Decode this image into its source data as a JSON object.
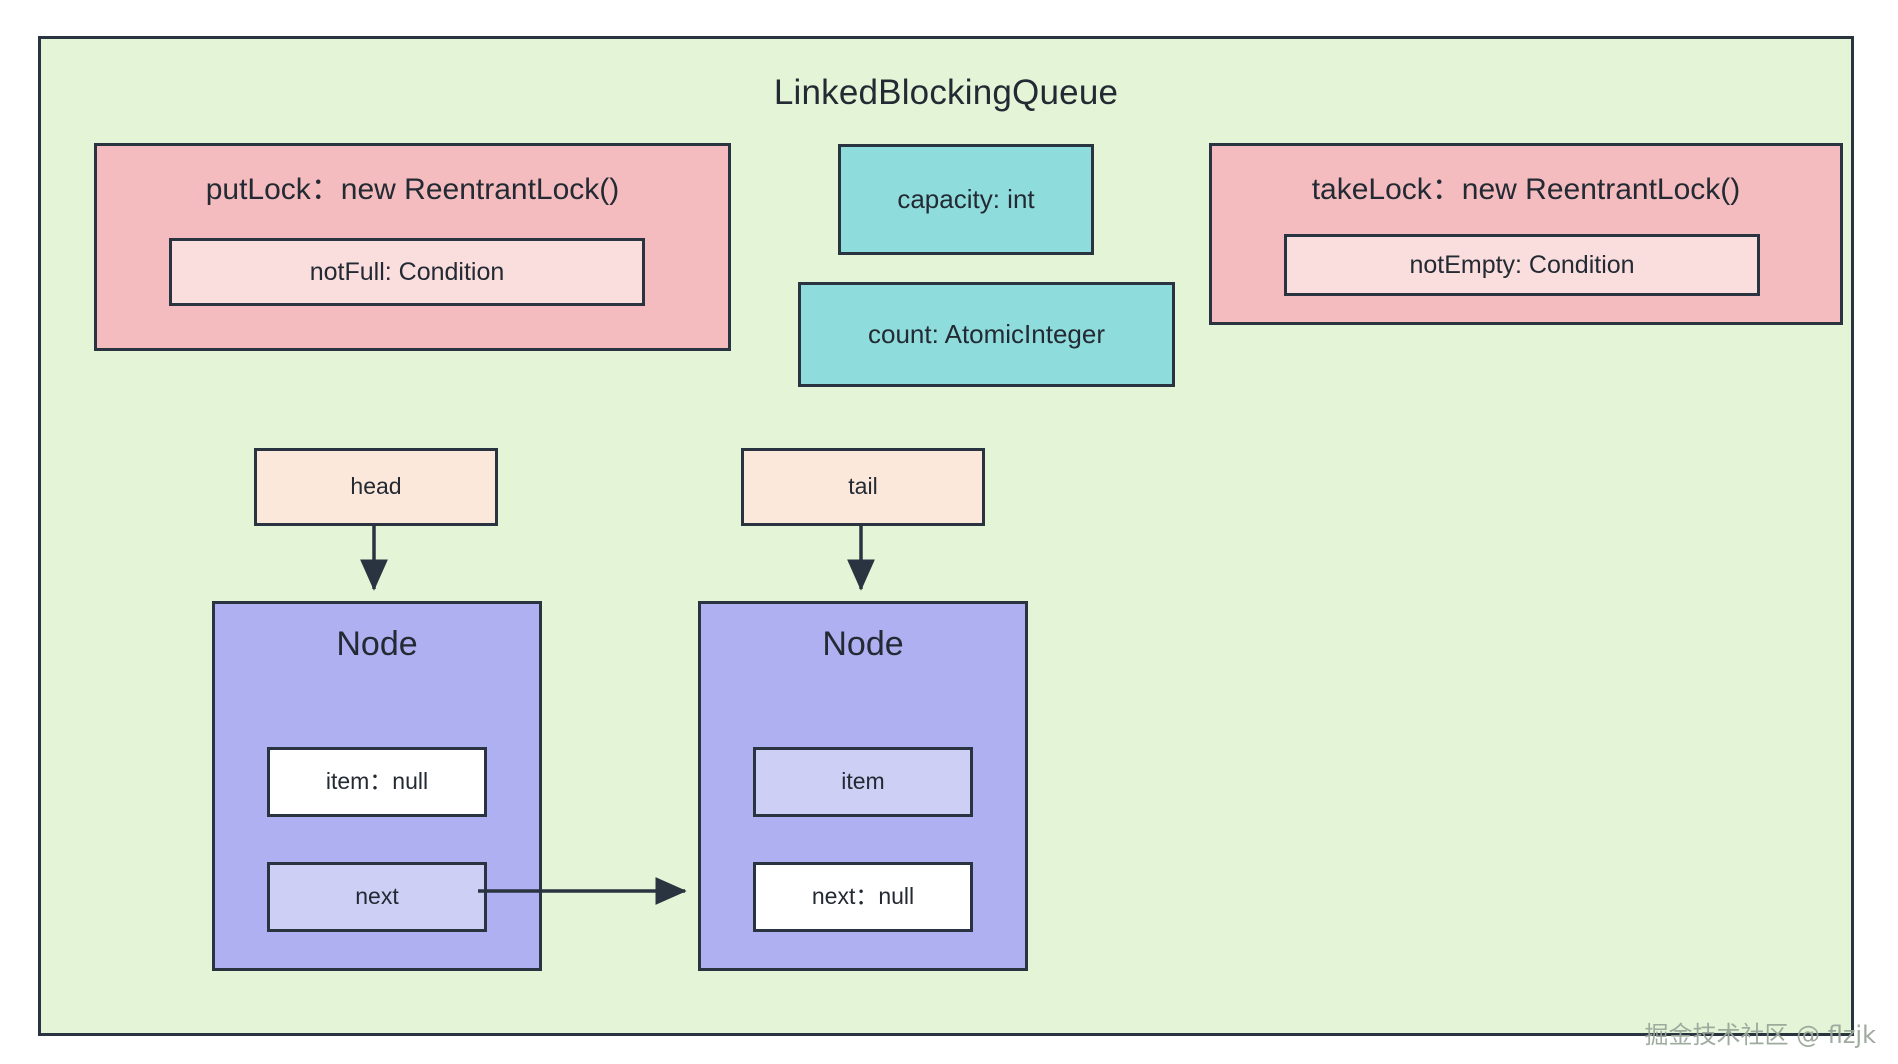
{
  "diagram": {
    "title": "LinkedBlockingQueue",
    "background_color": "#e3f5d6",
    "border_color": "#2a3440",
    "watermark": "掘金技术社区 @ flzjk"
  },
  "locks": {
    "put": {
      "label": "putLock：new ReentrantLock()",
      "color": "#f4bcbe",
      "condition": {
        "label": "notFull: Condition",
        "color": "#fadddd"
      }
    },
    "take": {
      "label": "takeLock：new ReentrantLock()",
      "color": "#f4bcbe",
      "condition": {
        "label": "notEmpty: Condition",
        "color": "#fadddd"
      }
    }
  },
  "fields": [
    {
      "label": "capacity: int",
      "color": "#8fdcdd"
    },
    {
      "label": "count: AtomicInteger",
      "color": "#8fdcdd"
    }
  ],
  "pointers": [
    {
      "label": "head",
      "color": "#fbe8da"
    },
    {
      "label": "tail",
      "color": "#fbe8da"
    }
  ],
  "nodes": [
    {
      "title": "Node",
      "color": "#afb0f1",
      "fields": [
        {
          "label": "item：null",
          "style": "filled"
        },
        {
          "label": "next",
          "style": "empty"
        }
      ]
    },
    {
      "title": "Node",
      "color": "#afb0f1",
      "fields": [
        {
          "label": "item",
          "style": "empty"
        },
        {
          "label": "next：null",
          "style": "filled"
        }
      ]
    }
  ],
  "arrows": [
    {
      "name": "head-to-node1",
      "from": "head",
      "to": "node-1"
    },
    {
      "name": "tail-to-node2",
      "from": "tail",
      "to": "node-2"
    },
    {
      "name": "node1-next-to-node2",
      "from": "node-1-next",
      "to": "node-2"
    }
  ]
}
